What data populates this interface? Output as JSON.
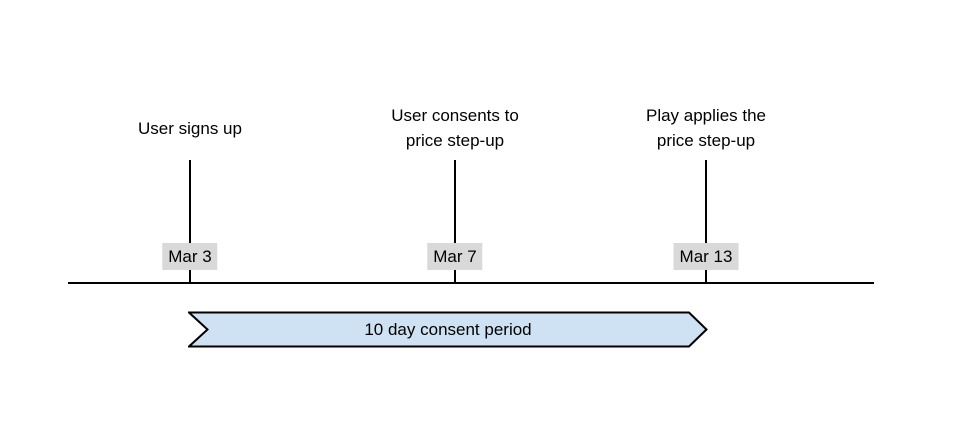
{
  "diagram": {
    "type": "timeline",
    "background": "#ffffff",
    "line_color": "#000000",
    "text_color": "#000000"
  },
  "events": [
    {
      "label": "User signs up",
      "date": "Mar 3"
    },
    {
      "label": "User consents to\nprice step-up",
      "date": "Mar 7"
    },
    {
      "label": "Play applies the\nprice step-up",
      "date": "Mar 13"
    }
  ],
  "date_badge": {
    "background": "#d9d9d9"
  },
  "banner": {
    "label": "10 day consent period",
    "fill": "#cfe2f3",
    "border": "#000000"
  }
}
